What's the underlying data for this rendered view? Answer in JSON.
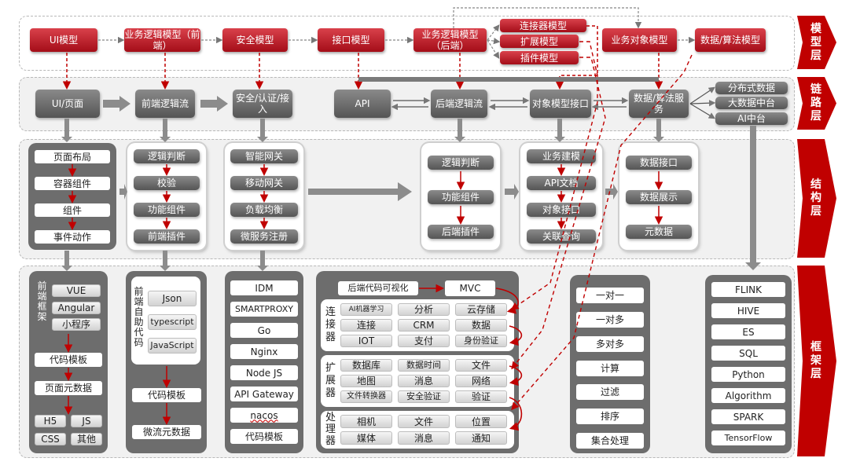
{
  "layers": {
    "model": "模型层",
    "link": "链路层",
    "struct": "结构层",
    "frame": "框架层"
  },
  "model_boxes": [
    "UI模型",
    "业务逻辑模型（前端）",
    "安全模型",
    "接口模型",
    "业务逻辑模型（后端）",
    "连接器模型",
    "扩展模型",
    "插件模型",
    "业务对象模型",
    "数据/算法模型"
  ],
  "link_boxes": [
    "UI/页面",
    "前端逻辑流",
    "安全/认证/接入",
    "API",
    "后端逻辑流",
    "对象模型接口",
    "数据/算法服务",
    "分布式数据",
    "大数据中台",
    "AI中台"
  ],
  "struct": {
    "c1": [
      "页面布局",
      "容器组件",
      "组件",
      "事件动作"
    ],
    "c2": [
      "逻辑判断",
      "校验",
      "功能组件",
      "前端插件"
    ],
    "c3": [
      "智能网关",
      "移动网关",
      "负载均衡",
      "微服务注册"
    ],
    "c4": [
      "逻辑判断",
      "功能组件",
      "后端插件"
    ],
    "c5": [
      "业务建模",
      "API文档",
      "对象接口",
      "关联查询"
    ],
    "c6": [
      "数据接口",
      "数据展示",
      "元数据"
    ]
  },
  "frame": {
    "c1_label": "前端框架",
    "c1_items": [
      "VUE",
      "Angular",
      "小程序"
    ],
    "c1_mid": [
      "代码模板",
      "页面元数据"
    ],
    "c1_bottom": [
      "H5",
      "JS",
      "CSS",
      "其他"
    ],
    "c2_label": "前端自助代码",
    "c2_items": [
      "Json",
      "typescript",
      "JavaScript"
    ],
    "c2_mid": [
      "代码模板",
      "微流元数据"
    ],
    "c3_items": [
      "IDM",
      "SMARTPROXY",
      "Go",
      "Nginx",
      "Node JS",
      "API Gateway",
      "nacos",
      "代码模板"
    ],
    "c4_visual": "后端代码可视化",
    "c4_mvc": "MVC",
    "conn_label": "连接器",
    "conn_items": [
      "AI机器学习",
      "分析",
      "云存储",
      "连接",
      "CRM",
      "数据",
      "IOT",
      "支付",
      "身份验证"
    ],
    "ext_label": "扩展器",
    "ext_items": [
      "数据库",
      "数据时间",
      "文件",
      "地图",
      "消息",
      "网络",
      "文件转换器",
      "安全验证",
      "验证"
    ],
    "proc_label": "处理器",
    "proc_items": [
      "相机",
      "文件",
      "位置",
      "媒体",
      "消息",
      "通知"
    ],
    "c5_items": [
      "一对一",
      "一对多",
      "多对多",
      "计算",
      "过滤",
      "排序",
      "集合处理"
    ],
    "c6_items": [
      "FLINK",
      "HIVE",
      "ES",
      "SQL",
      "Python",
      "Algorithm",
      "SPARK",
      "TensorFlow"
    ]
  }
}
